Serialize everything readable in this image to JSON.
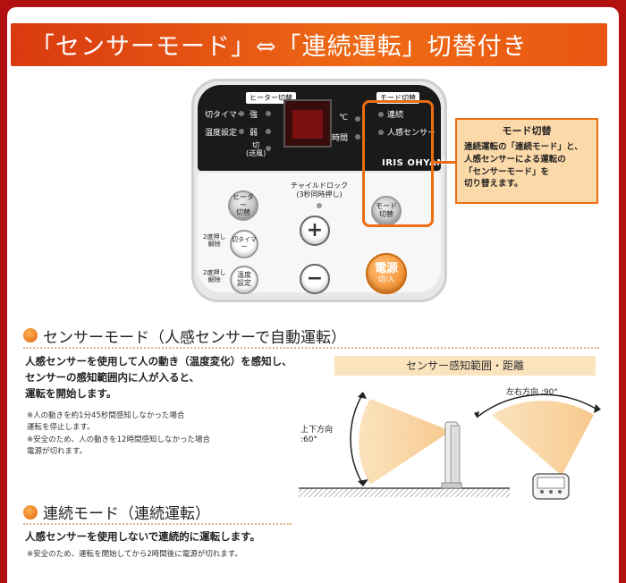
{
  "banner": {
    "title": "「センサーモード」⇔「連続運転」切替付き"
  },
  "panel": {
    "heater_tag": "ヒーター切替",
    "mode_tag": "モード切替",
    "row1_left": "切タイマー",
    "row1_mid": "強",
    "row2_left": "温度設定",
    "row2_mid": "弱",
    "row3_mid": "切\n(送風)",
    "unit_celsius": "℃",
    "unit_time": "時間",
    "mode_continuous": "連続",
    "mode_sensor": "人感センサー",
    "brand": "IRIS OHYAMA",
    "child_lock": "チャイルドロック\n(3秒同時押し)",
    "btn_heater": "ヒーター\n切替",
    "btn_timer": "切タイマー",
    "btn_temp": "温度\n設定",
    "btn_mode": "モード\n切替",
    "btn_plus": "+",
    "btn_minus": "−",
    "btn_power_main": "電源",
    "btn_power_sub": "切/入",
    "cancel_label_1": "2度押し\n解除",
    "cancel_label_2": "2度押し\n解除"
  },
  "callout": {
    "title": "モード切替",
    "body": "連続運転の「連続モード」と、\n人感センサーによる運転の\n「センサーモード」を\n切り替えます。"
  },
  "sensor_section": {
    "heading": "センサーモード（人感センサーで自動運転）",
    "description": "人感センサーを使用して人の動き（温度変化）を感知し、\nセンサーの感知範囲内に人が入ると、\n運転を開始します。",
    "note1": "※人の動きを約1分45秒間感知しなかった場合\n運転を停止します。",
    "note2": "※安全のため、人の動きを12時間感知しなかった場合\n電源が切れます。",
    "range_title": "センサー感知範囲・距離",
    "vertical_label": "上下方向\n:60°",
    "horizontal_label": "左右方向 :90°"
  },
  "continuous_section": {
    "heading": "連続モード（連続運転）",
    "description": "人感センサーを使用しないで連続的に運転します。",
    "note": "※安全のため、運転を開始してから2時間後に電源が切れます。"
  },
  "colors": {
    "accent": "#ec6d12",
    "frame": "#b31010",
    "callout_bg": "#fcd9a8"
  }
}
